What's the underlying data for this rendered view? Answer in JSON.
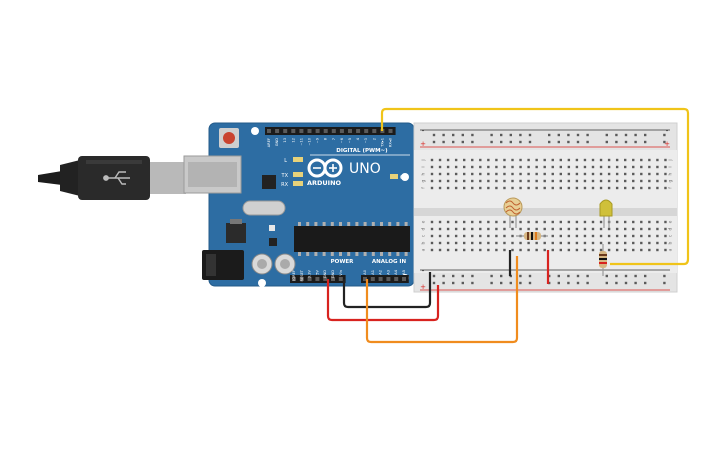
{
  "board": {
    "brand": "ARDUINO",
    "model": "UNO",
    "digital_header_label": "DIGITAL (PWM~)",
    "power_header_label": "POWER",
    "analog_header_label": "ANALOG IN",
    "led_label_l": "L",
    "led_label_tx": "TX",
    "led_label_rx": "RX",
    "on_label": "ON",
    "digital_pins": [
      "AREF",
      "GND",
      "13",
      "12",
      "~11",
      "~10",
      "~9",
      "8",
      "7",
      "~6",
      "~5",
      "4",
      "~3",
      "2",
      "TX▸1",
      "RX◂0"
    ],
    "power_pins": [
      "IOREF",
      "RESET",
      "3.3V",
      "5V",
      "GND",
      "GND",
      "Vin"
    ],
    "analog_pins": [
      "A0",
      "A1",
      "A2",
      "A3",
      "A4",
      "A5"
    ]
  },
  "breadboard": {
    "top_rows": [
      "j",
      "i",
      "h",
      "g",
      "f"
    ],
    "bottom_rows": [
      "e",
      "d",
      "c",
      "b",
      "a"
    ],
    "rail_signs": [
      "+",
      "-"
    ]
  },
  "colors": {
    "board_blue": "#2d6da3",
    "wire_yellow": "#f0c419",
    "wire_red": "#d8231f",
    "wire_black": "#222222",
    "wire_orange": "#f08c1e",
    "breadboard": "#e4e4e4"
  }
}
